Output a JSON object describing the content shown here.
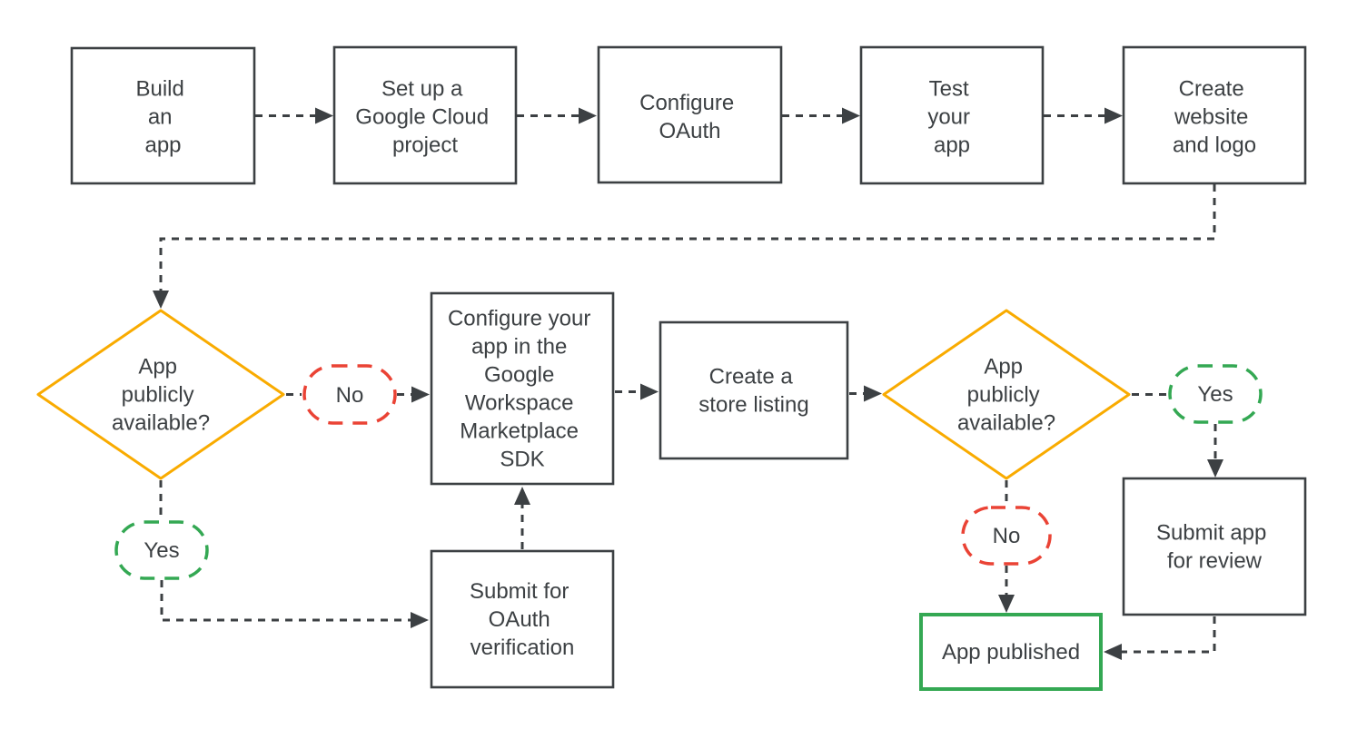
{
  "colors": {
    "text": "#3C4043",
    "outline": "#3C4043",
    "yellow": "#F9AB00",
    "red": "#EA4335",
    "green": "#34A853",
    "bg": "#FFFFFF"
  },
  "nodes": {
    "build_app": {
      "lines": [
        "Build",
        "an",
        "app"
      ]
    },
    "cloud_project": {
      "lines": [
        "Set up a",
        "Google Cloud",
        "project"
      ]
    },
    "configure_oauth": {
      "lines": [
        "Configure",
        "OAuth"
      ]
    },
    "test_app": {
      "lines": [
        "Test",
        "your",
        "app"
      ]
    },
    "website_logo": {
      "lines": [
        "Create",
        "website",
        "and logo"
      ]
    },
    "decision1": {
      "lines": [
        "App",
        "publicly",
        "available?"
      ]
    },
    "no1": {
      "label": "No"
    },
    "yes1": {
      "label": "Yes"
    },
    "sdk": {
      "lines": [
        "Configure your",
        "app in the",
        "Google",
        "Workspace",
        "Marketplace",
        "SDK"
      ]
    },
    "store_listing": {
      "lines": [
        "Create a",
        "store listing"
      ]
    },
    "decision2": {
      "lines": [
        "App",
        "publicly",
        "available?"
      ]
    },
    "yes2": {
      "label": "Yes"
    },
    "no2": {
      "label": "No"
    },
    "submit_review": {
      "lines": [
        "Submit app",
        "for review"
      ]
    },
    "oauth_verification": {
      "lines": [
        "Submit for",
        "OAuth",
        "verification"
      ]
    },
    "app_published": {
      "label": "App published"
    }
  }
}
